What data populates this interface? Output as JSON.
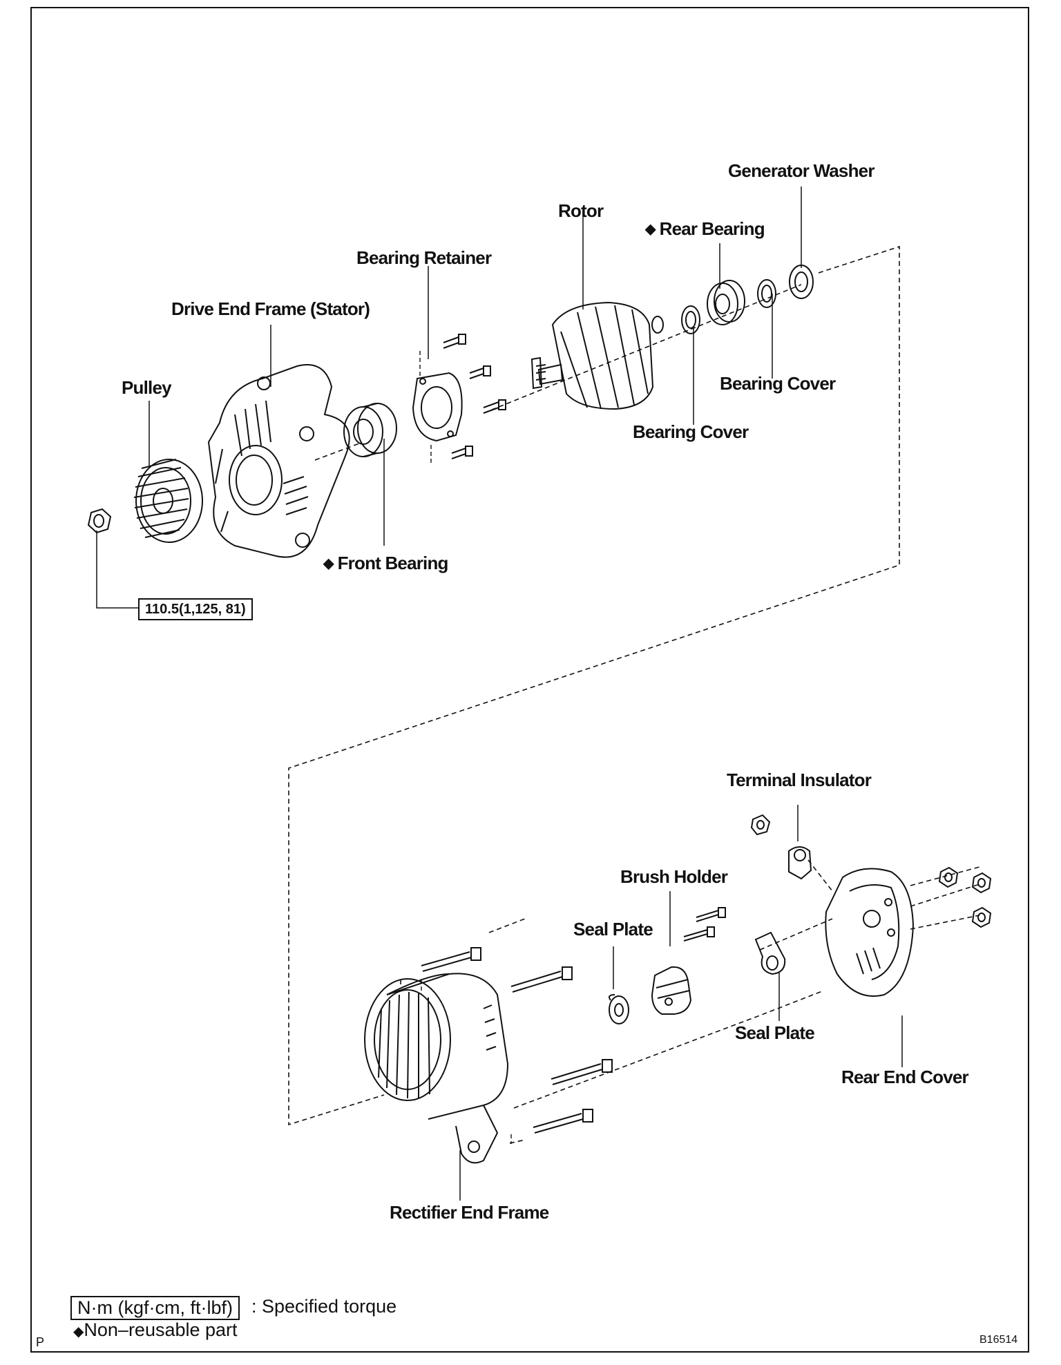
{
  "labels": {
    "generator_washer": "Generator Washer",
    "rotor": "Rotor",
    "rear_bearing": "Rear Bearing",
    "bearing_retainer": "Bearing Retainer",
    "drive_end_frame": "Drive End Frame (Stator)",
    "pulley": "Pulley",
    "bearing_cover_upper": "Bearing Cover",
    "bearing_cover_lower": "Bearing Cover",
    "front_bearing": "Front Bearing",
    "torque_value": "110.5(1,125, 81)",
    "terminal_insulator": "Terminal Insulator",
    "brush_holder": "Brush Holder",
    "seal_plate_left": "Seal Plate",
    "seal_plate_right": "Seal Plate",
    "rear_end_cover": "Rear End Cover",
    "rectifier_end_frame": "Rectifier End Frame"
  },
  "legend": {
    "torque_unit": "N·m (kgf·cm, ft·lbf)",
    "torque_desc": ": Specified torque",
    "nonreusable_desc": "Non–reusable part"
  },
  "symbols": {
    "diamond": "◆"
  },
  "corner": {
    "page_mark": "P",
    "figure_id": "B16514"
  }
}
